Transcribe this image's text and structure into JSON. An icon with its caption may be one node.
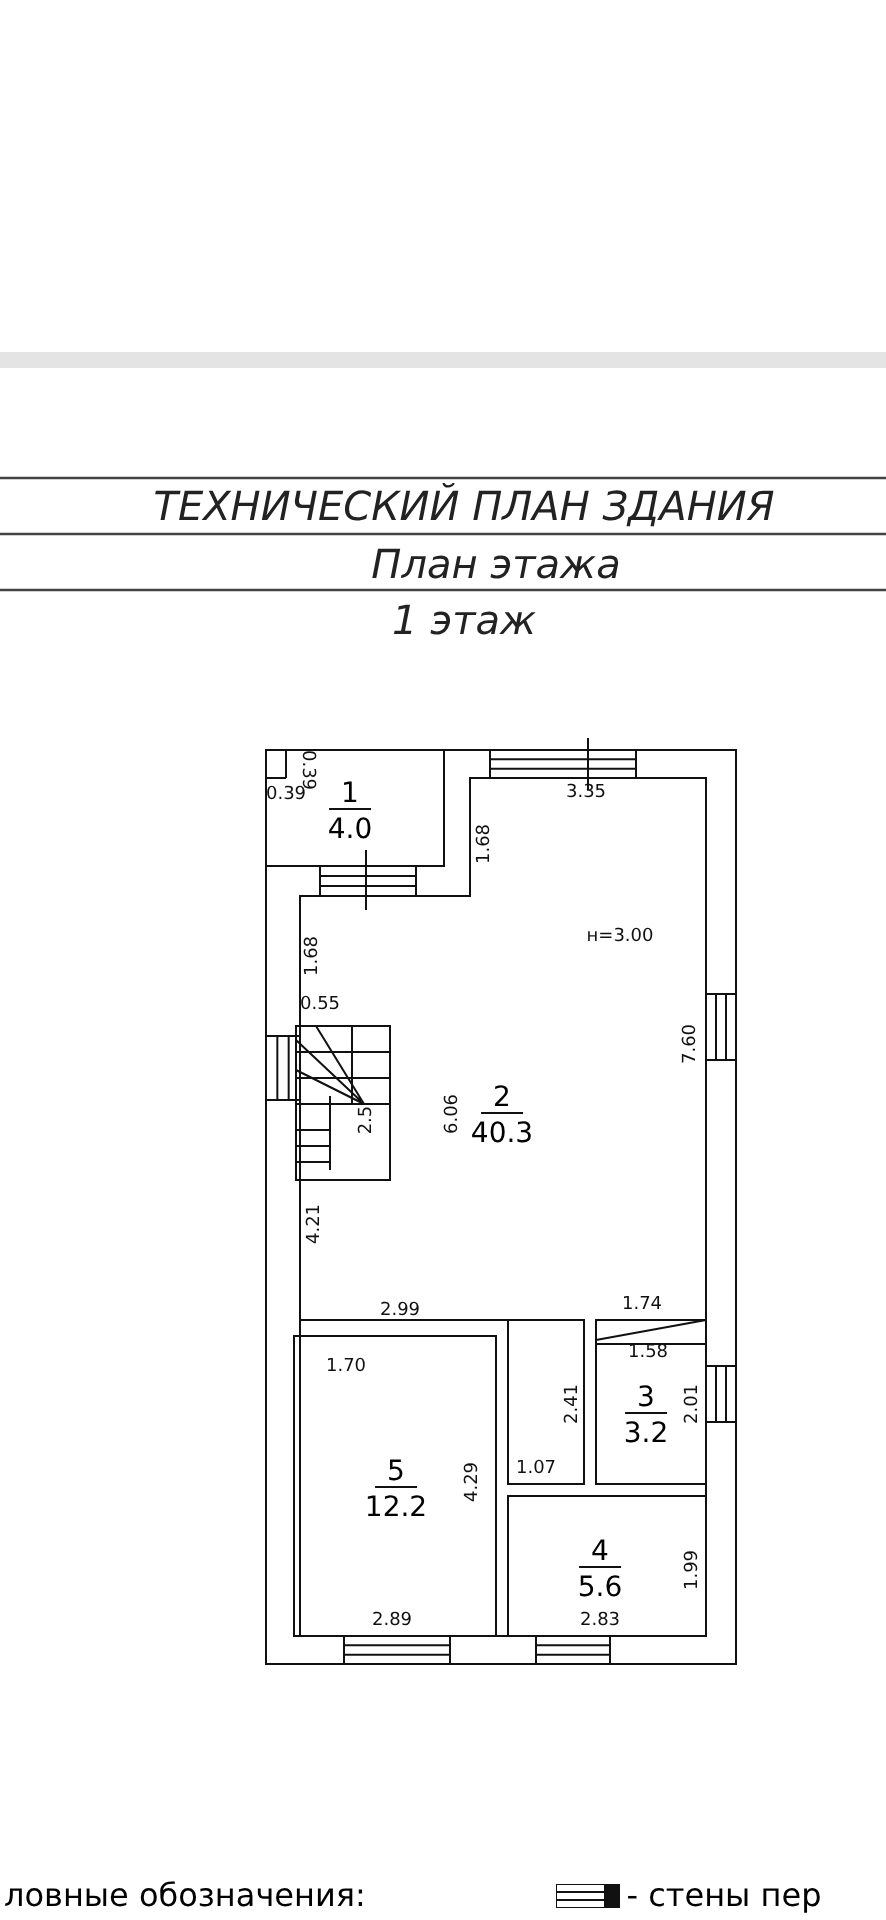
{
  "diagram": {
    "title": "ТЕХНИЧЕСКИЙ ПЛАН ЗДАНИЯ",
    "nodes": [
      {
        "text": [
          "1",
          "4.0"
        ]
      },
      {
        "text": [
          "2",
          "40.3"
        ]
      },
      {
        "text": [
          "3",
          "3.2"
        ]
      },
      {
        "text": [
          "5",
          "12.2"
        ]
      },
      {
        "text": [
          "4",
          "5.6"
        ]
      }
    ],
    "edges": [],
    "labels": [
      "План этажа",
      "1 этаж",
      "0.39",
      "0.39",
      "3.35",
      "1.68",
      "1.68",
      "н=3.00",
      "0.55",
      "7.60",
      "6.06",
      "2.5",
      "4.21",
      "2.99",
      "1.74",
      "1.58",
      "1.70",
      "2.41",
      "2.01",
      "4.29",
      "1.07",
      "1.99",
      "2.89",
      "2.83",
      "ловные обозначения:"
    ],
    "legend": [
      {
        "text": "- стены пер"
      }
    ]
  }
}
